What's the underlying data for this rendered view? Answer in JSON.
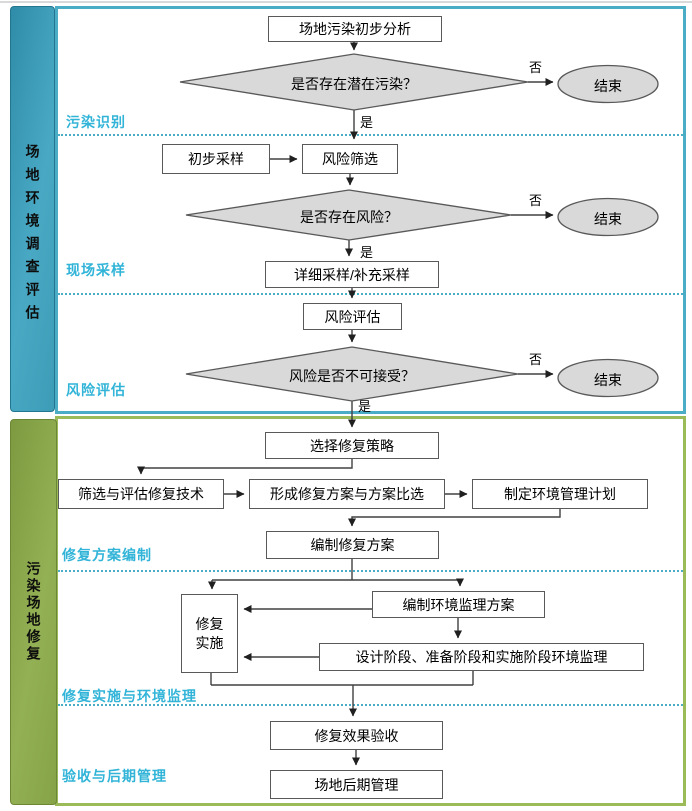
{
  "diagram": {
    "strings": {
      "yes": "是",
      "no": "否",
      "end_label": "结束"
    },
    "sections": [
      {
        "sidebar_title": "场地环境调查评估",
        "accent_color": "#4bacc6",
        "subsections": [
          {
            "label": "污染识别"
          },
          {
            "label": "现场采样"
          },
          {
            "label": "风险评估"
          }
        ]
      },
      {
        "sidebar_title": "污染场地修复",
        "accent_color": "#9bbb59",
        "subsections": [
          {
            "label": "修复方案编制"
          },
          {
            "label": "修复实施与环境监理"
          },
          {
            "label": "验收与后期管理"
          }
        ]
      }
    ],
    "nodes": {
      "start_analysis": "场地污染初步分析",
      "decision_potential": "是否存在潜在污染？",
      "preliminary_sampling": "初步采样",
      "risk_screening": "风险筛选",
      "decision_risk": "是否存在风险？",
      "detailed_sampling": "详细采样/补充采样",
      "risk_assessment": "风险评估",
      "decision_unacceptable": "风险是否不可接受？",
      "select_strategy": "选择修复策略",
      "screen_tech": "筛选与评估修复技术",
      "form_plan": "形成修复方案与方案比选",
      "env_mgmt_plan": "制定环境管理计划",
      "compile_plan": "编制修复方案",
      "remediation_impl": "修复实施",
      "env_supervision_plan": "编制环境监理方案",
      "phase_supervision": "设计阶段、准备阶段和实施阶段环境监理",
      "effect_acceptance": "修复效果验收",
      "post_mgmt": "场地后期管理"
    },
    "colors": {
      "section1_border": "#4bacc6",
      "section2_border": "#9bbb59",
      "subsection_label": "#31b4d8",
      "shape_fill": "#d9d9d9",
      "shape_stroke": "#595959",
      "connector": "#404040"
    }
  }
}
